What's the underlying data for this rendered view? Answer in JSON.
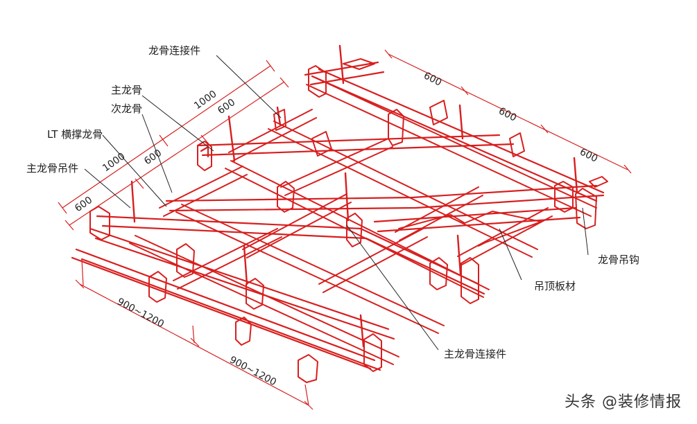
{
  "colors": {
    "frame": "#d81e1e",
    "leader": "#222222"
  },
  "labels": {
    "connector": "龙骨连接件",
    "main_keel": "主龙骨",
    "secondary_keel": "次龙骨",
    "lt_keel": "LT 横撑龙骨",
    "main_hanger": "主龙骨吊件",
    "keel_hook": "龙骨吊钩",
    "ceiling_panel": "吊顶板材",
    "main_connector": "主龙骨连接件"
  },
  "dimensions": {
    "top_right": [
      "600",
      "600",
      "600"
    ],
    "left_outer": [
      "1000",
      "1000"
    ],
    "left_inner": [
      "600",
      "600",
      "600"
    ],
    "bottom": [
      "900~1200",
      "900~1200"
    ]
  },
  "watermark": "头条 @装修情报"
}
